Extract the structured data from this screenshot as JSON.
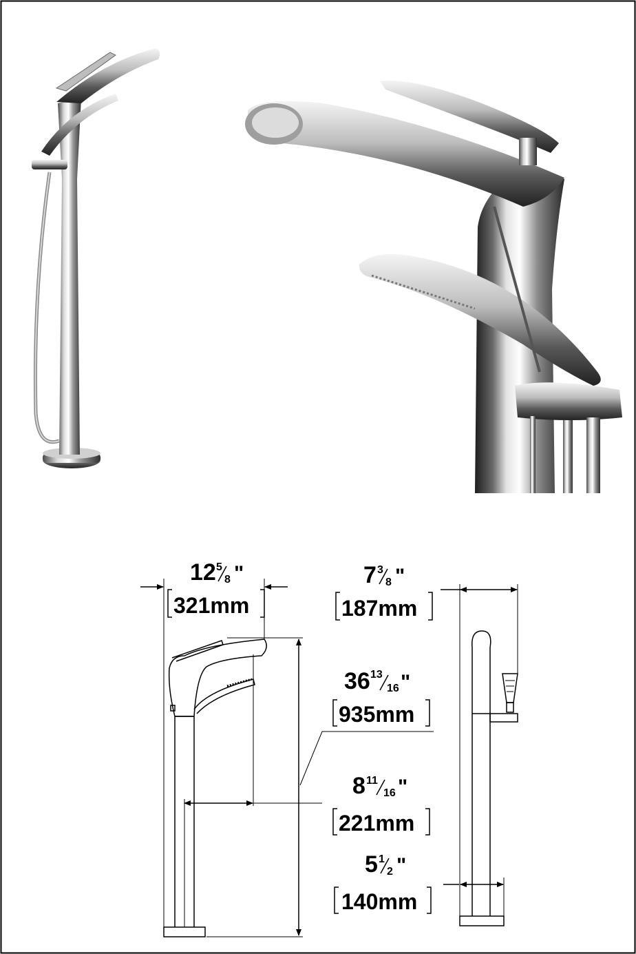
{
  "photos": {
    "full_faucet": "freestanding-tub-filler-photo",
    "closeup": "tub-filler-closeup-photo"
  },
  "dimensions": {
    "spout_reach": {
      "whole": "12",
      "num": "5",
      "den": "8",
      "inch": "\"",
      "metric": "321mm"
    },
    "side_depth": {
      "whole": "7",
      "num": "3",
      "den": "8",
      "inch": "\"",
      "metric": "187mm"
    },
    "total_height": {
      "whole": "36",
      "num": "13",
      "den": "16",
      "inch": "\"",
      "metric": "935mm"
    },
    "handshower_reach": {
      "whole": "8",
      "num": "11",
      "den": "16",
      "inch": "\"",
      "metric": "221mm"
    },
    "base_diameter": {
      "whole": "5",
      "num": "1",
      "den": "2",
      "inch": "\"",
      "metric": "140mm"
    }
  },
  "colors": {
    "line": "#000000",
    "chrome_dark": "#3a3a3a",
    "chrome_mid": "#8a8a8a",
    "chrome_light": "#e6e6e6"
  }
}
